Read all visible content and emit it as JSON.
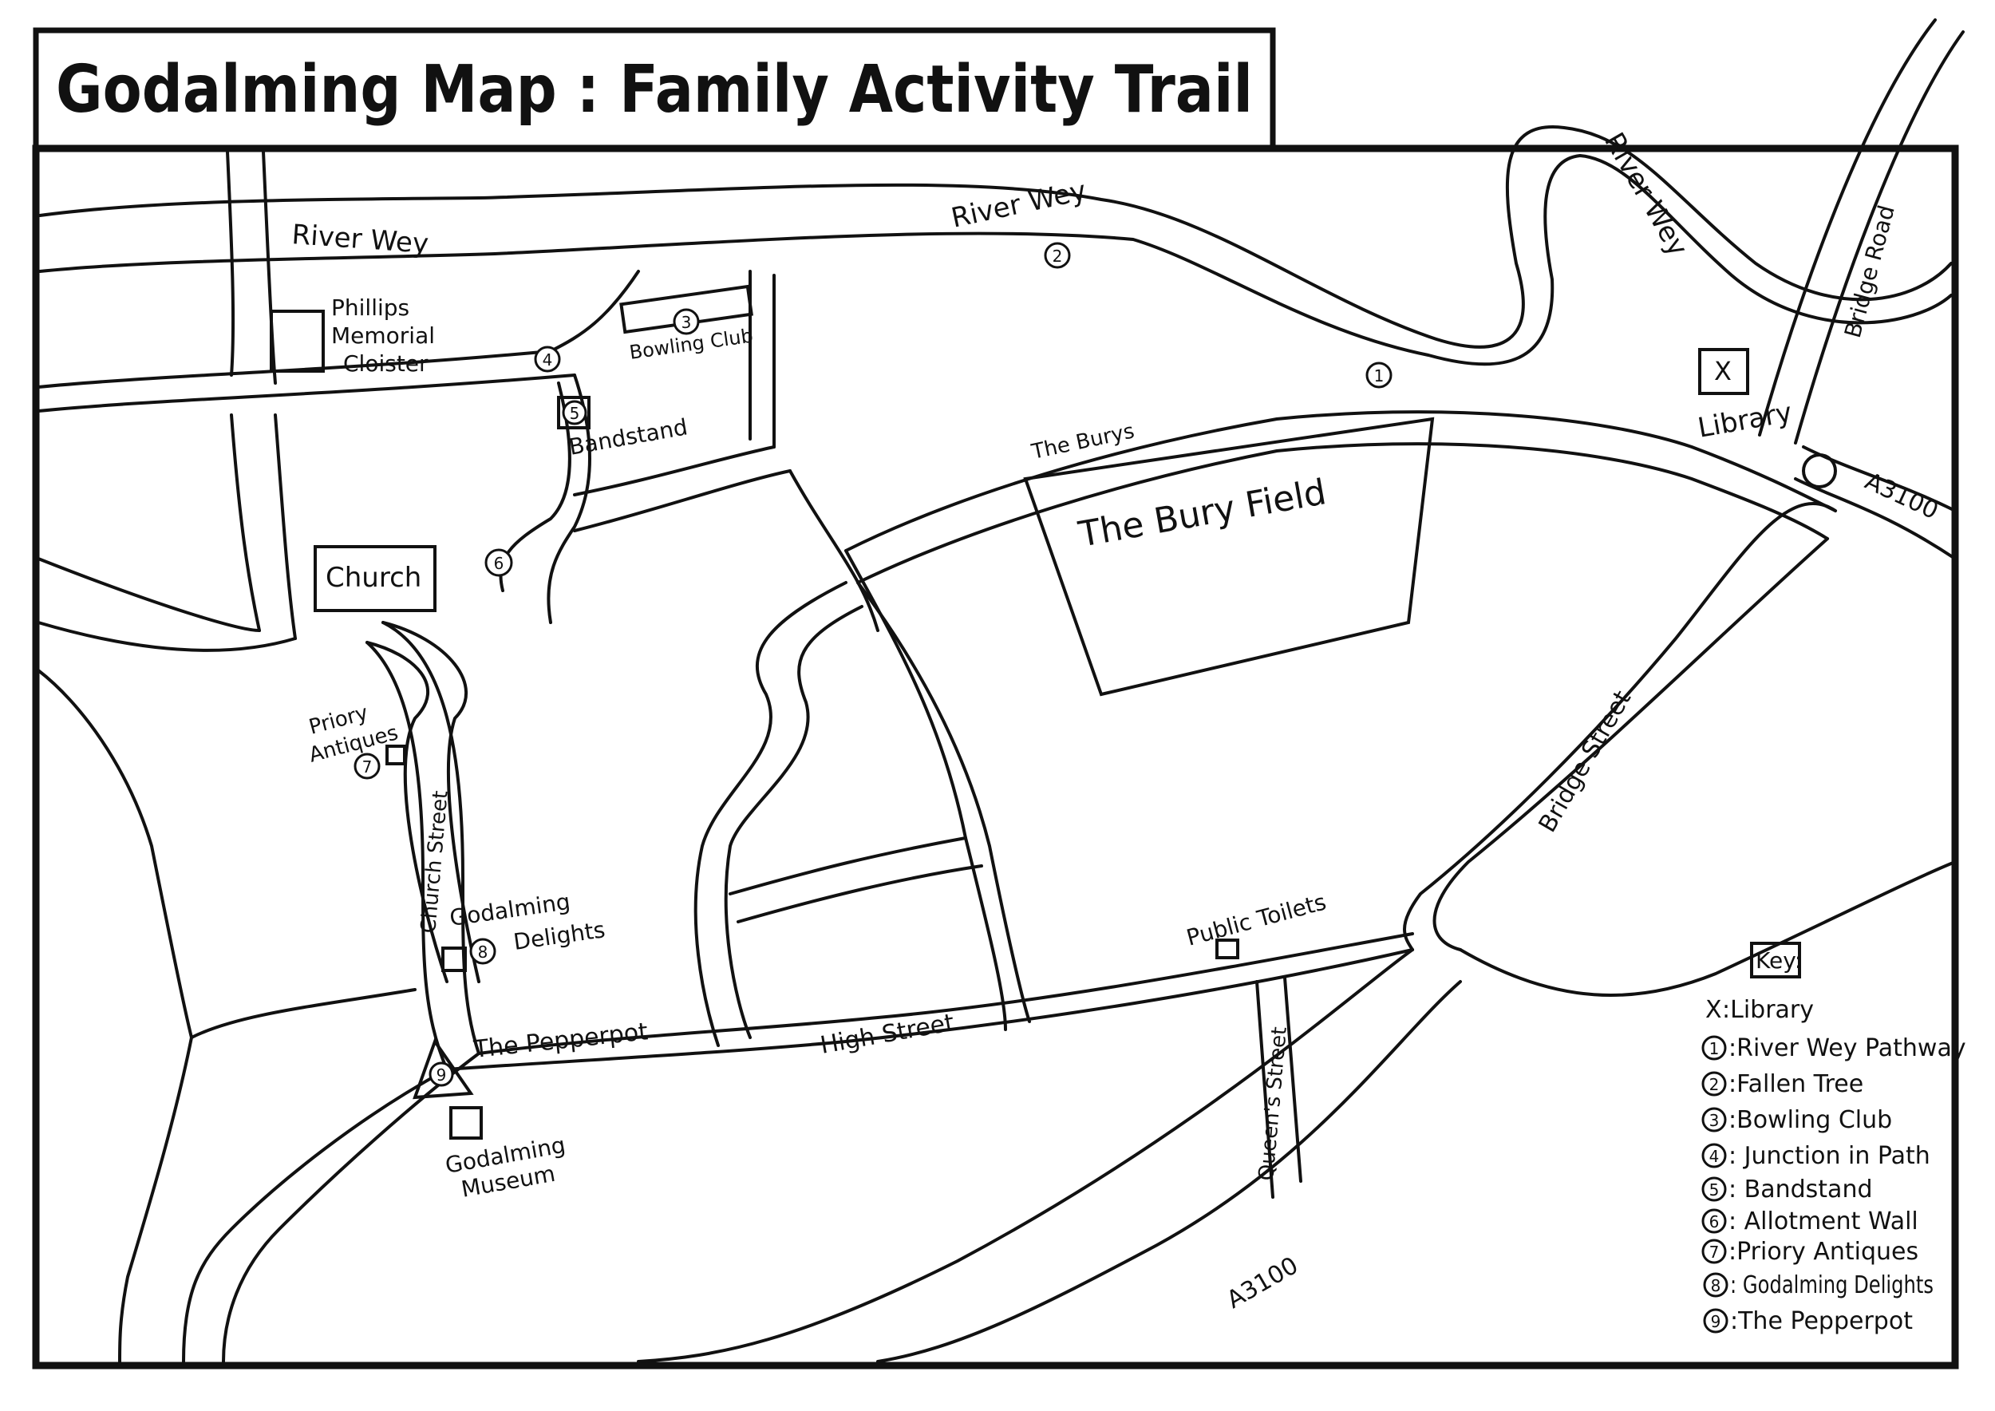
{
  "title": "Godalming Map : Family Activity Trail",
  "roads": {
    "river_wey_1": "River Wey",
    "river_wey_2": "River Wey",
    "river_wey_3": "River Wey",
    "bridge_road": "Bridge Road",
    "the_burys": "The Burys",
    "a3100_east": "A3100",
    "a3100_south": "A3100",
    "bridge_street": "Bridge Street",
    "church_street": "Church Street",
    "high_street": "High Street",
    "queens_street": "Queen's Street"
  },
  "places": {
    "phillips": [
      "Phillips",
      "Memorial",
      "Cloister"
    ],
    "bowling_club": "Bowling Club",
    "bandstand": "Bandstand",
    "church": "Church",
    "bury_field": "The Bury Field",
    "library": "Library",
    "library_mark": "X",
    "priory": [
      "Priory",
      "Antiques"
    ],
    "delights": [
      "Godalming",
      "Delights"
    ],
    "pepperpot": "The Pepperpot",
    "museum": [
      "Godalming",
      "Museum"
    ],
    "toilets": "Public Toilets"
  },
  "markers": [
    "1",
    "2",
    "3",
    "4",
    "5",
    "6",
    "7",
    "8",
    "9"
  ],
  "key": {
    "heading": "Key:",
    "items": [
      {
        "mark": "X",
        "text": ":Library"
      },
      {
        "mark": "1",
        "text": ":River Wey Pathway"
      },
      {
        "mark": "2",
        "text": ":Fallen Tree"
      },
      {
        "mark": "3",
        "text": ":Bowling Club"
      },
      {
        "mark": "4",
        "text": ": Junction in Path"
      },
      {
        "mark": "5",
        "text": ": Bandstand"
      },
      {
        "mark": "6",
        "text": ": Allotment Wall"
      },
      {
        "mark": "7",
        "text": ":Priory Antiques"
      },
      {
        "mark": "8",
        "text": ": Godalming Delights"
      },
      {
        "mark": "9",
        "text": ":The Pepperpot"
      }
    ]
  }
}
